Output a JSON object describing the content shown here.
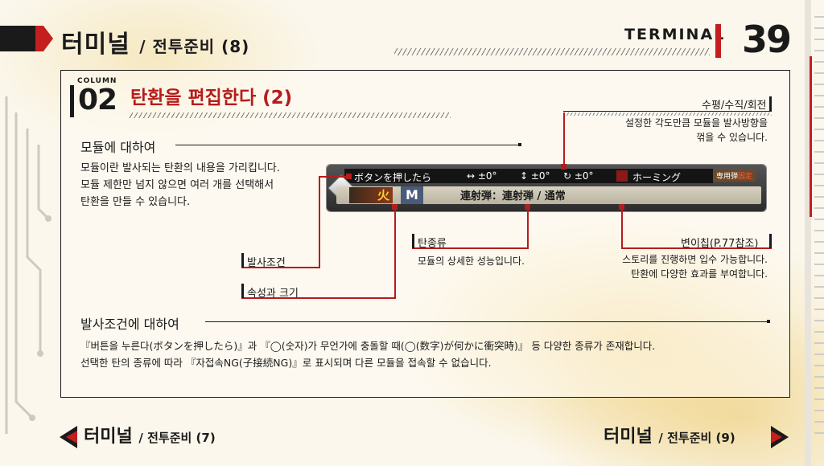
{
  "header": {
    "title_main": "터미널",
    "title_sub": "/ 전투준비 (8)",
    "terminal_label": "TERMINAL",
    "page_number": "39"
  },
  "column": {
    "label": "COLUMN",
    "number": "02",
    "title": "탄환을 편집한다 (2)"
  },
  "section1": {
    "heading": "모듈에 대하여",
    "lines": [
      "모듈이란 발사되는 탄환의 내용을 가리킵니다.",
      "모듈 제한만 넘지 않으면 여러 개를 선택해서",
      "탄환을 만들 수 있습니다."
    ]
  },
  "game_bar": {
    "trigger": "ボタンを押したら",
    "h_angle": "↔ ±0°",
    "v_angle": "↕ ±0°",
    "rot_angle": "↻ ±0°",
    "homing": "ホーミング",
    "tag_a": "専用弾",
    "tag_b": "固定",
    "element": "火",
    "mark": "M",
    "main": "連射弾：連射弾 / 通常"
  },
  "callouts": {
    "rotation": {
      "label": "수평/수직/회전",
      "desc1": "설정한 각도만큼 모듈을 발사방향을",
      "desc2": "꺾을 수 있습니다."
    },
    "fire_cond": {
      "label": "발사조건"
    },
    "attr_size": {
      "label": "속성과 크기"
    },
    "bullet_type": {
      "label": "탄종류",
      "desc": "모듈의 상세한 성능입니다."
    },
    "mutation": {
      "label": "변이칩(P.77참조)",
      "desc1": "스토리를 진행하면 입수 가능합니다.",
      "desc2": "탄환에 다양한 효과를 부여합니다."
    }
  },
  "section2": {
    "heading": "발사조건에 대하여",
    "line1": "『버튼을 누른다(ボタンを押したら)』과 『◯(숫자)가 무언가에 충돌할 때(◯(数字)が何かに衝突時)』 등 다양한 종류가 존재합니다.",
    "line2": "선택한 탄의 종류에 따라 『자접속NG(子接続NG)』로 표시되며 다른 모듈을 접속할 수 없습니다."
  },
  "footer": {
    "prev_main": "터미널",
    "prev_sub": "/ 전투준비 (7)",
    "next_main": "터미널",
    "next_sub": "/ 전투준비 (9)"
  },
  "colors": {
    "accent_red": "#c41e1e",
    "text": "#1a1a1a"
  }
}
